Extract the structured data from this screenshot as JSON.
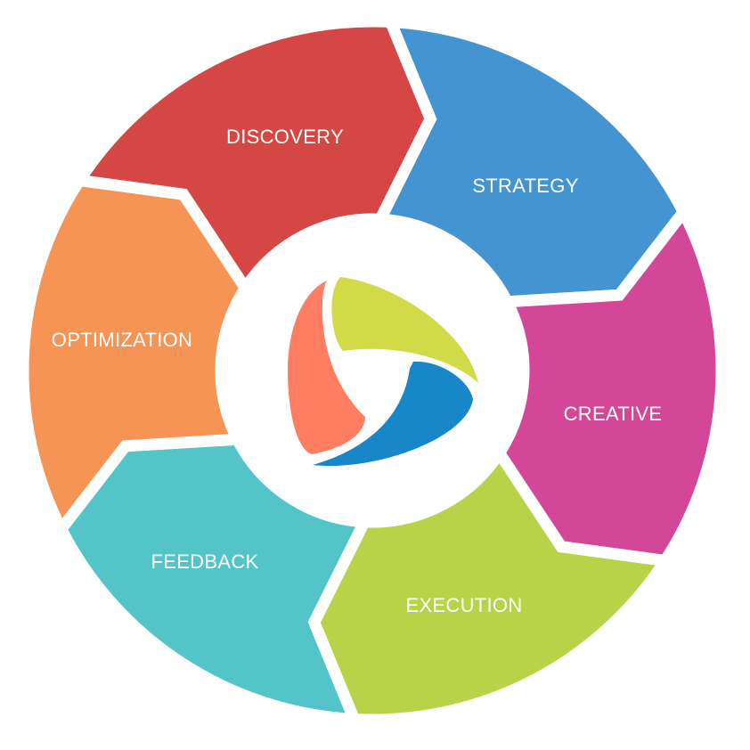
{
  "segments": [
    {
      "label": "DISCOVERY",
      "color": "#4494D2"
    },
    {
      "label": "STRATEGY",
      "color": "#D44697"
    },
    {
      "label": "CREATIVE",
      "color": "#B8D348"
    },
    {
      "label": "EXECUTION",
      "color": "#53C4C8"
    },
    {
      "label": "FEEDBACK",
      "color": "#F59454"
    },
    {
      "label": "OPTIMIZATION",
      "color": "#D54745"
    }
  ],
  "logo": {
    "colors": {
      "orange": "#FF7D62",
      "green": "#D1DB47",
      "blue": "#1787C8"
    }
  }
}
